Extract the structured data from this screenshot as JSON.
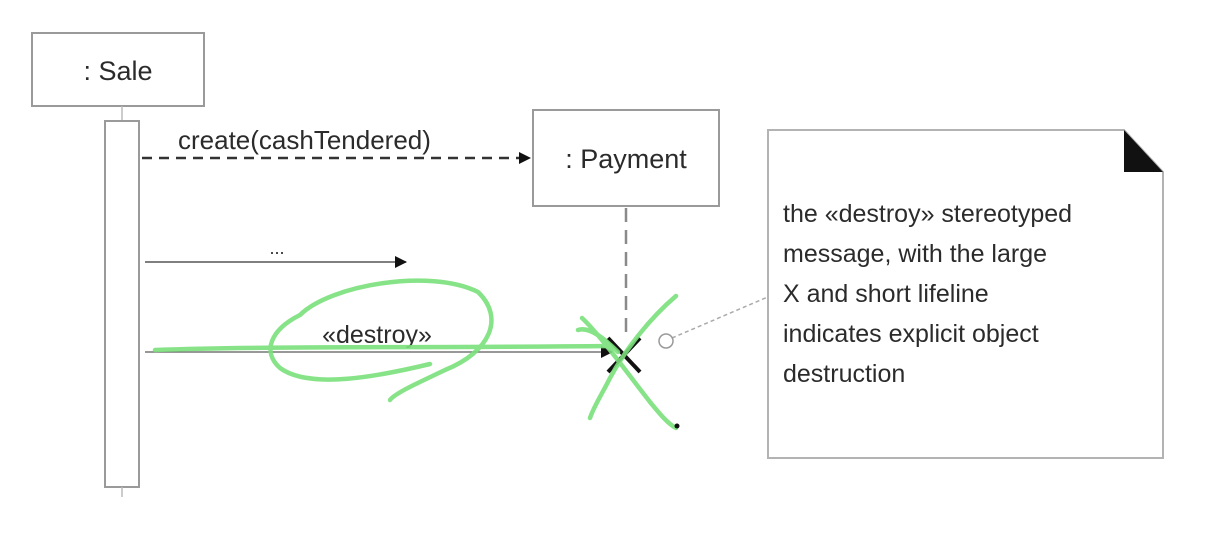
{
  "diagram": {
    "sale_object": ": Sale",
    "payment_object": ": Payment",
    "create_message": "create(cashTendered)",
    "continuation_message": "...",
    "destroy_message": "«destroy»",
    "note_lines": [
      "the «destroy» stereotyped",
      "message, with the large",
      "X and short lifeline",
      "indicates explicit object",
      "destruction"
    ]
  },
  "colors": {
    "ink": "#2b2b2b",
    "box_border": "#9a9a9a",
    "annotation": "#7be07b"
  }
}
